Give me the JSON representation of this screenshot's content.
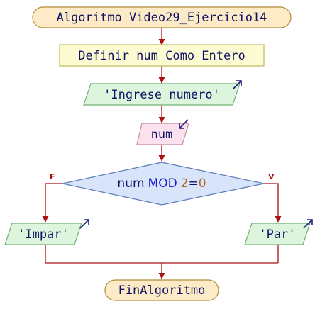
{
  "flowchart": {
    "start": {
      "text": "Algoritmo Video29_Ejercicio14"
    },
    "define": {
      "text": "Definir num Como Entero"
    },
    "output_prompt": {
      "text": "'Ingrese numero'"
    },
    "input_num": {
      "text": "num"
    },
    "decision": {
      "var": "num",
      "op": "MOD",
      "operand": "2",
      "eq": "=",
      "value": "0",
      "false_label": "F",
      "true_label": "V"
    },
    "output_false": {
      "text": "'Impar'"
    },
    "output_true": {
      "text": "'Par'"
    },
    "end": {
      "text": "FinAlgoritmo"
    }
  },
  "colors": {
    "line": "#aa1111",
    "text": "#111166",
    "terminal_fill": "#fcebc6",
    "terminal_stroke": "#b08a3a",
    "process_fill": "#fdfbd2",
    "process_stroke": "#bcb85a",
    "output_fill": "#dcf5dc",
    "output_stroke": "#72b072",
    "input_fill": "#fbe0ee",
    "input_stroke": "#c48aa8",
    "decision_fill": "#d8e4fa",
    "decision_stroke": "#5c7bb8",
    "icon": "#1a1a7a",
    "keyword": "#1a1acc",
    "number": "#b06a2a"
  },
  "icons": {
    "output": "arrow-up-right-icon",
    "input": "arrow-down-left-icon"
  }
}
